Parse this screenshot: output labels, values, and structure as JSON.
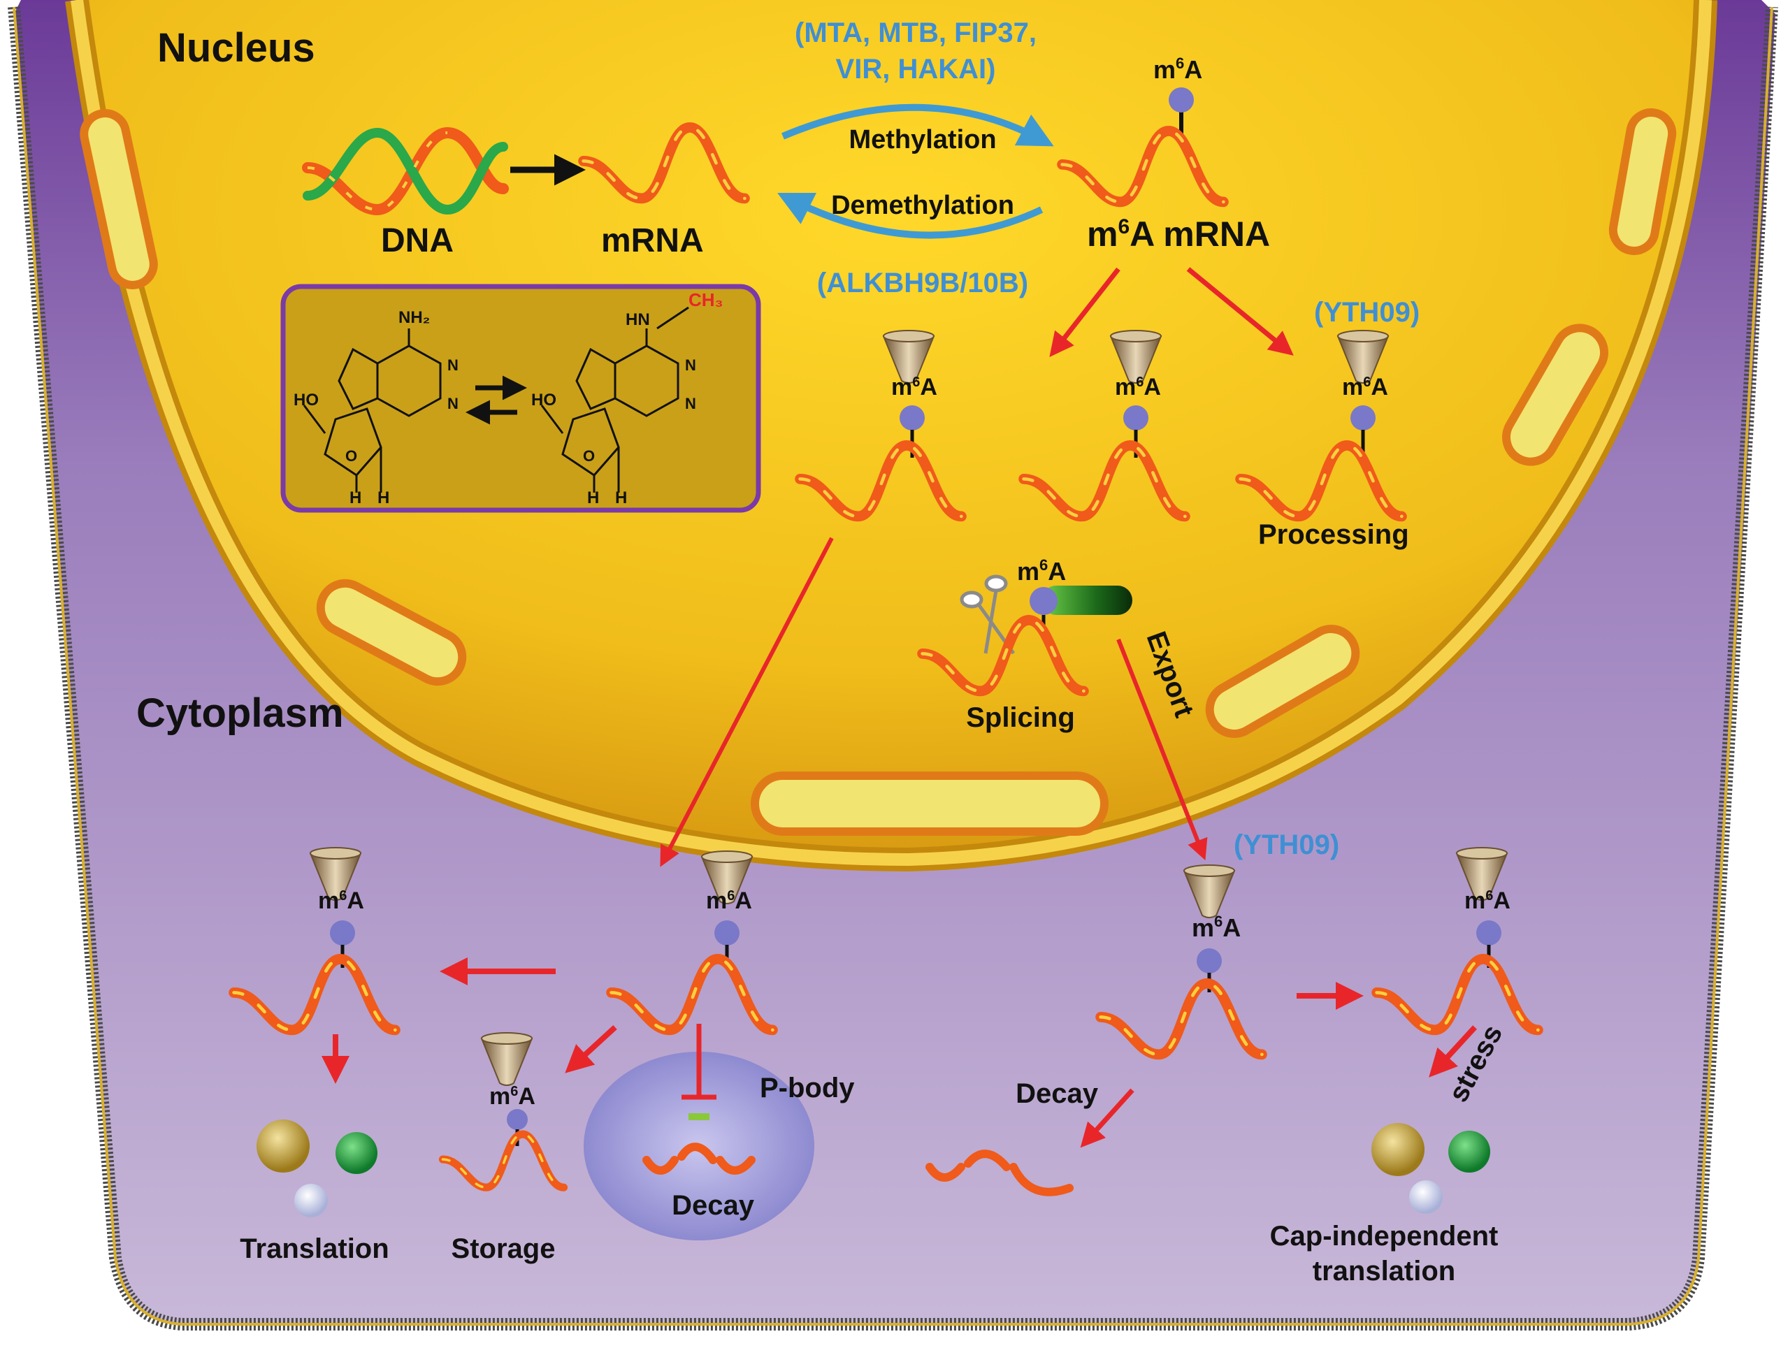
{
  "regions": {
    "nucleus": "Nucleus",
    "cytoplasm": "Cytoplasm"
  },
  "writers": {
    "line1": "(MTA, MTB, FIP37,",
    "line2": "VIR, HAKAI)"
  },
  "erasers": "(ALKBH9B/10B)",
  "process": {
    "methylation": "Methylation",
    "demethylation": "Demethylation"
  },
  "molecules": {
    "dna": "DNA",
    "mrna": "mRNA",
    "m6a_prefix": "m",
    "m6a_sup": "6",
    "m6a_mrna_suffix": "A mRNA",
    "m6a_suffix": "A"
  },
  "readers": {
    "nuclear": "(YTH09)",
    "cytoplasmic": "(YTH09)"
  },
  "fates": {
    "processing": "Processing",
    "splicing": "Splicing",
    "export": "Export",
    "translation": "Translation",
    "storage": "Storage",
    "pbody": "P-body",
    "decay_pbody": "Decay",
    "decay": "Decay",
    "stress": "stress",
    "cap_independent_1": "Cap-independent",
    "cap_independent_2": "translation"
  },
  "chemistry": {
    "nh2": "NH₂",
    "ch3": "CH₃",
    "hn": "HN",
    "ho": "HO",
    "n": "N",
    "o": "O",
    "h": "H"
  },
  "colors": {
    "nucleus_fill": "#f2c21c",
    "cytoplasm_fill": "#c9b7d8",
    "membrane": "#6a3b92",
    "envelope": "#e39a1e",
    "mrna_wave": "#f05a1a",
    "label_blue": "#3f8fd4",
    "arrow_red": "#e8262a",
    "ch3_red": "#e8262a",
    "m6a_dot": "#7a78c8"
  },
  "icons": [
    "reader-cone-icon",
    "m6a-dot-icon",
    "scissors-icon",
    "export-receptor-icon",
    "ribosome-icon",
    "pbody-icon"
  ]
}
